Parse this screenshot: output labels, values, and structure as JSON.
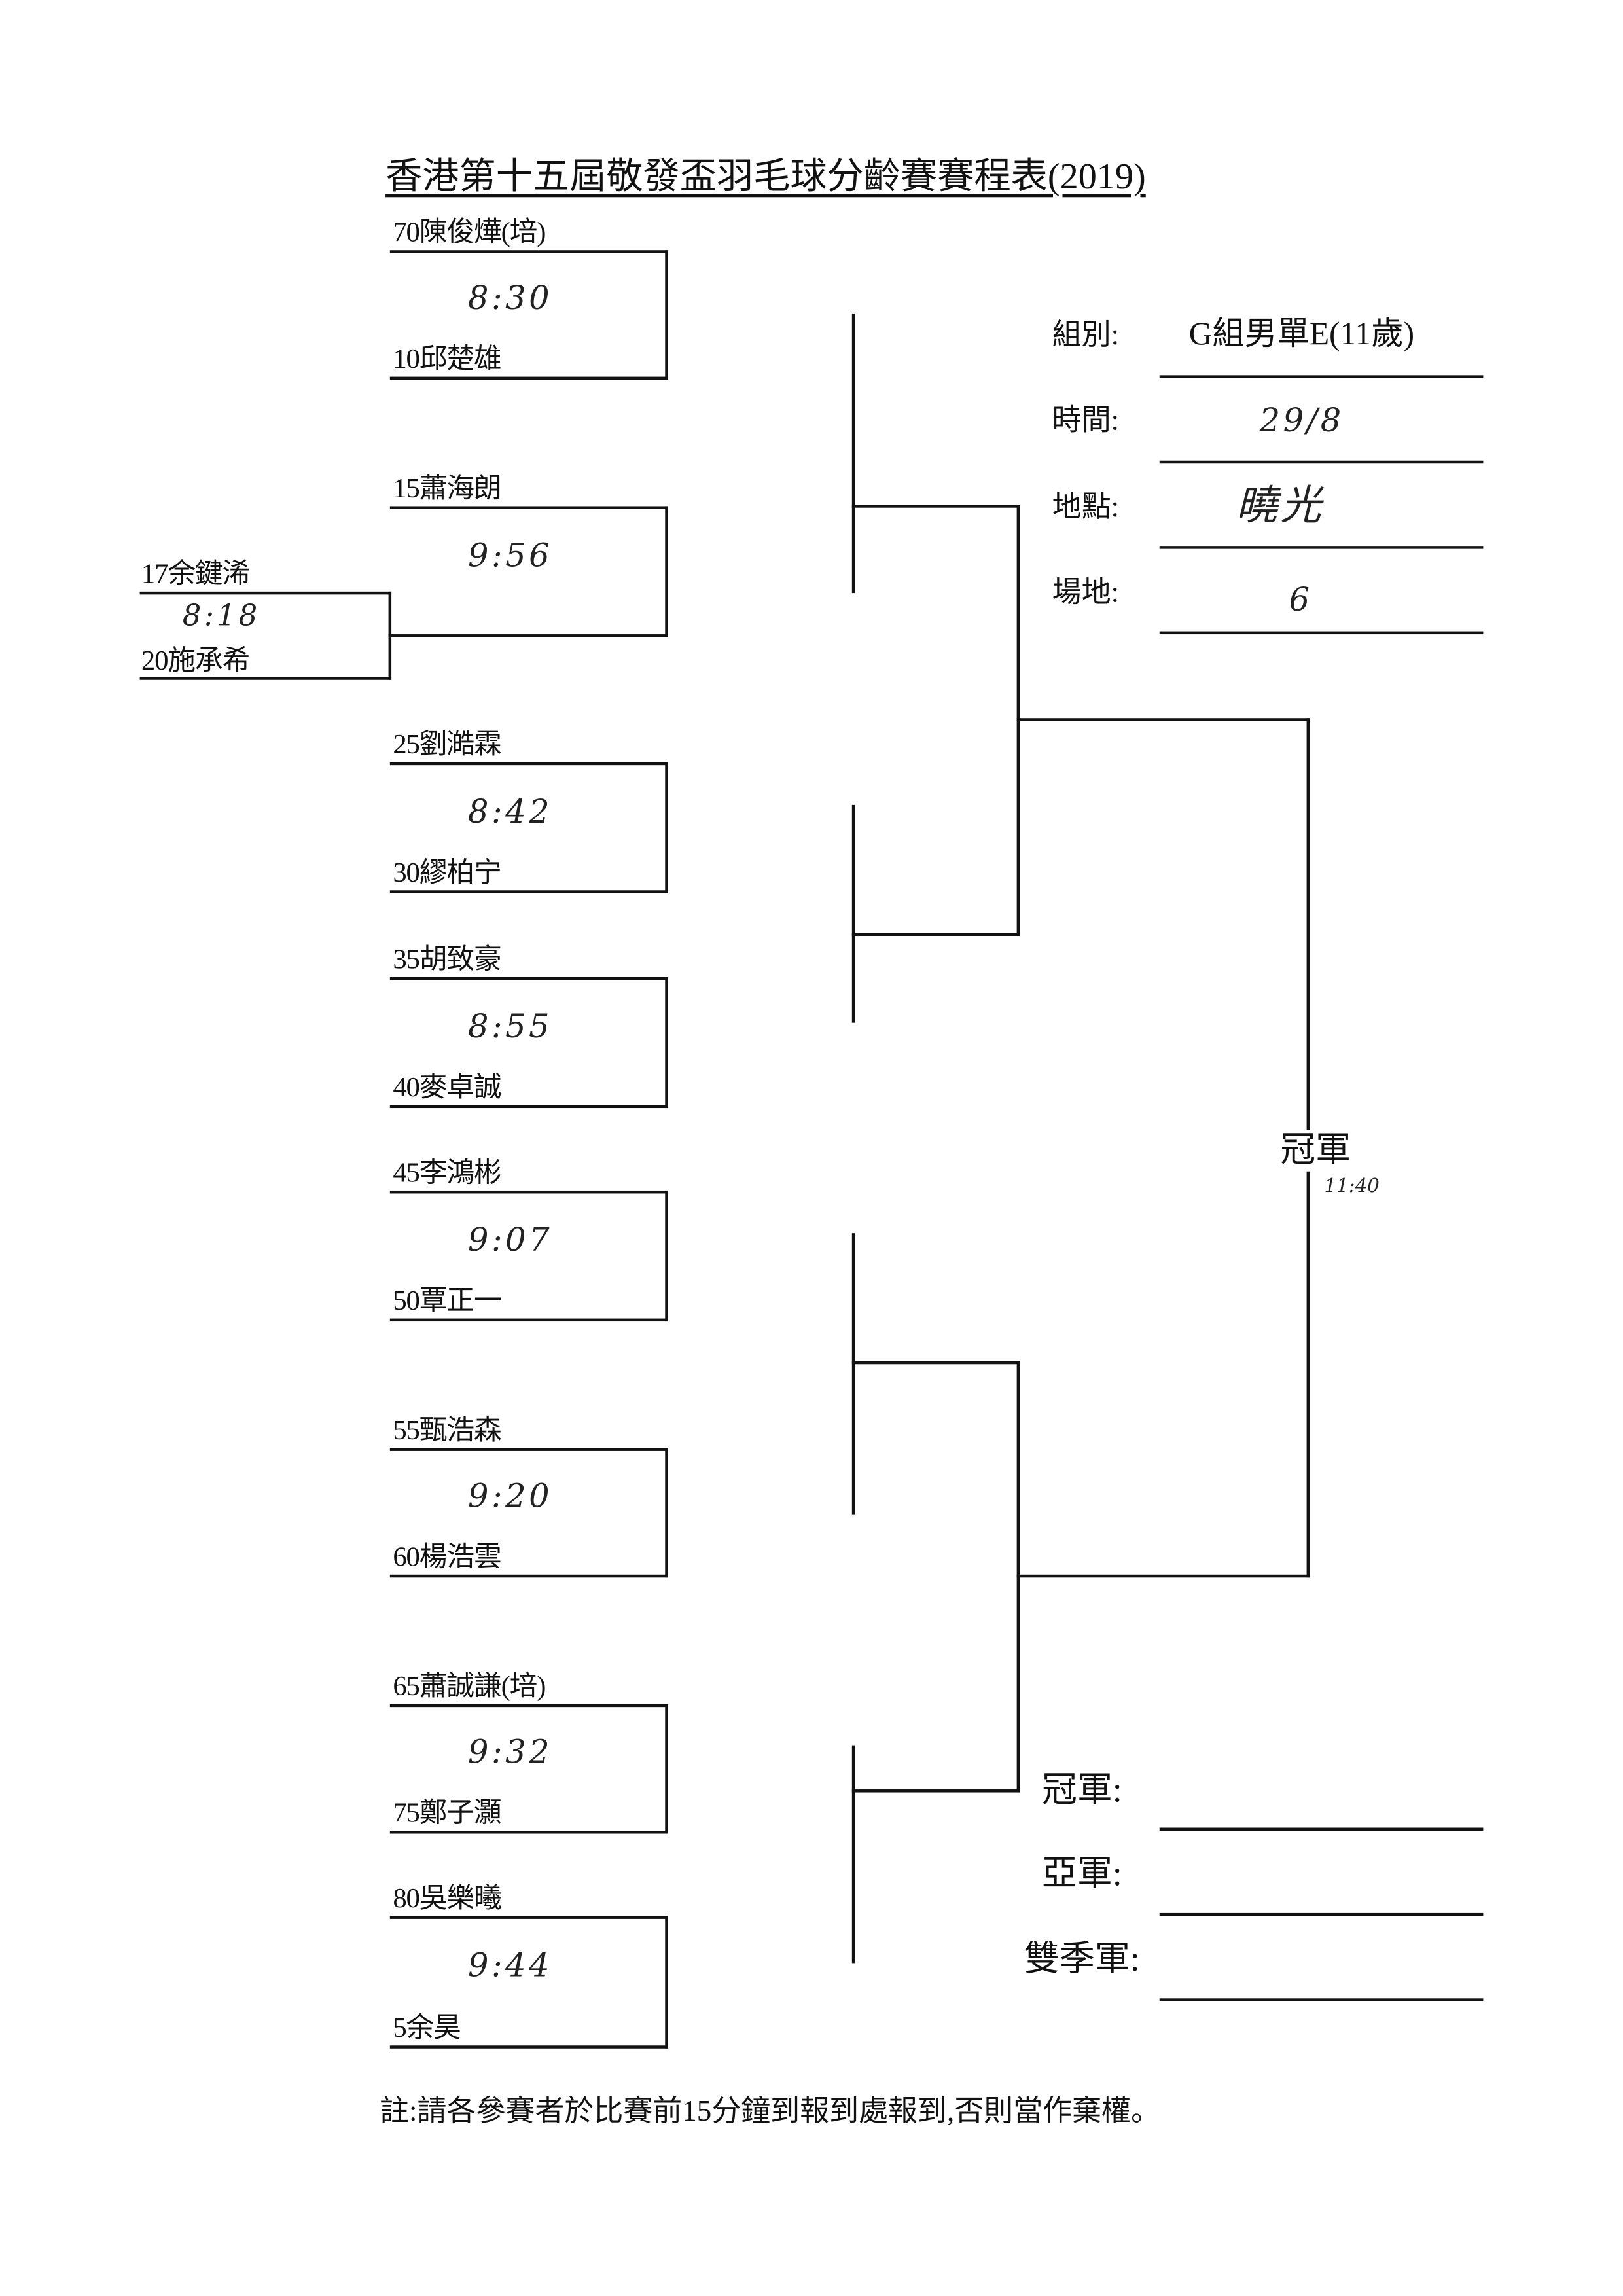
{
  "title": "香港第十五屆敬發盃羽毛球分齡賽賽程表(2019)",
  "info": {
    "group_label": "組別:",
    "group_value": "G組男單E(11歲)",
    "date_label": "時間:",
    "date_value": "29/8",
    "venue_label": "地點:",
    "venue_value": "曉光",
    "court_label": "場地:",
    "court_value": "6"
  },
  "prelim": {
    "top": "17余鍵浠",
    "bottom": "20施承希",
    "time": "8:18"
  },
  "matches": [
    {
      "top": "70陳俊燁(培)",
      "bottom": "10邱楚雄",
      "time": "8:30"
    },
    {
      "top": "15蕭海朗",
      "bottom": "",
      "time": "9:56"
    },
    {
      "top": "25劉澔霖",
      "bottom": "30繆柏宁",
      "time": "8:42"
    },
    {
      "top": "35胡致豪",
      "bottom": "40麥卓誠",
      "time": "8:55"
    },
    {
      "top": "45李鴻彬",
      "bottom": "50覃正一",
      "time": "9:07"
    },
    {
      "top": "55甄浩森",
      "bottom": "60楊浩雲",
      "time": "9:20"
    },
    {
      "top": "65蕭誠謙(培)",
      "bottom": "75鄭子灝",
      "time": "9:32"
    },
    {
      "top": "80吳樂曦",
      "bottom": "5余昊",
      "time": "9:44"
    }
  ],
  "final": {
    "label": "冠軍",
    "time": "11:40"
  },
  "results": {
    "champion_label": "冠軍:",
    "runner_up_label": "亞軍:",
    "third_label": "雙季軍:"
  },
  "note": "註:請各參賽者於比賽前15分鐘到報到處報到,否則當作棄權。"
}
